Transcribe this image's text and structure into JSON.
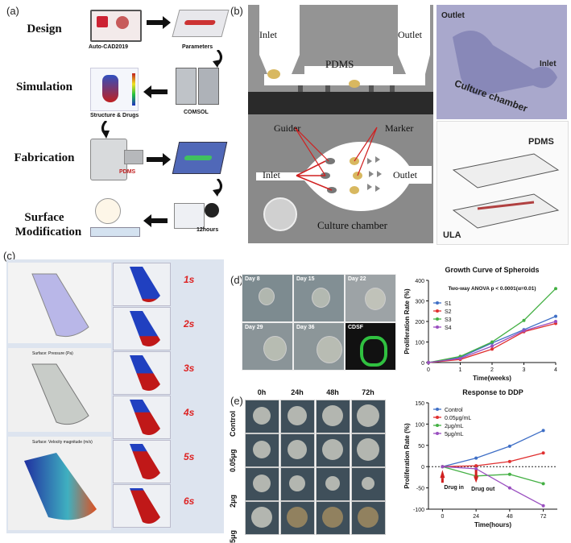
{
  "panels": {
    "a": "(a)",
    "b": "(b)",
    "c": "(c)",
    "d": "(d)",
    "e": "(e)"
  },
  "panel_a": {
    "steps": [
      "Design",
      "Simulation",
      "Fabrication",
      "Surface",
      "Modification"
    ],
    "labels": {
      "autocad": "Auto-CAD2019",
      "parameters": "Parameters",
      "structure": "Structure & Drugs",
      "comsol": "COMSOL",
      "pdms": "PDMS",
      "hours": "12hours"
    }
  },
  "panel_b": {
    "inlet_top": "Inlet",
    "outlet_top": "Outlet",
    "pdms": "PDMS",
    "guider": "Guider",
    "marker": "Marker",
    "inlet_bottom": "Inlet",
    "outlet_bottom": "Outlet",
    "culture": "Culture chamber",
    "render_outlet": "Outlet",
    "render_inlet": "Inlet",
    "render_culture": "Culture chamber",
    "render_pdms": "PDMS",
    "render_ula": "ULA"
  },
  "panel_c": {
    "times": [
      "1s",
      "2s",
      "3s",
      "4s",
      "5s",
      "6s"
    ],
    "sim_titles": [
      "Surface: Pressure (Pa)",
      "Surface: Velocity magnitude (m/s)"
    ]
  },
  "panel_d": {
    "days": [
      "Day 8",
      "Day 15",
      "Day 22",
      "Day 29",
      "Day 36",
      "CDSF"
    ]
  },
  "panel_e": {
    "columns": [
      "0h",
      "24h",
      "48h",
      "72h"
    ],
    "rows": [
      "Control",
      "0.05μg",
      "2μg",
      "5μg"
    ]
  },
  "chart_data": [
    {
      "type": "line",
      "title": "Growth Curve of Spheroids",
      "annotation": "Two-way ANOVA p < 0.0001(α=0.01)",
      "xlabel": "Time(weeks)",
      "ylabel": "Proliferation Rate (%)",
      "x": [
        0,
        1,
        2,
        3,
        4
      ],
      "xlim": [
        0,
        4
      ],
      "ylim": [
        0,
        400
      ],
      "yticks": [
        0,
        100,
        200,
        300,
        400
      ],
      "legend_position": "top-left",
      "series": [
        {
          "name": "S1",
          "color": "#3f6fc6",
          "values": [
            0,
            25,
            95,
            160,
            225
          ]
        },
        {
          "name": "S2",
          "color": "#e03030",
          "values": [
            0,
            15,
            65,
            150,
            190
          ]
        },
        {
          "name": "S3",
          "color": "#44b044",
          "values": [
            0,
            30,
            100,
            205,
            360
          ]
        },
        {
          "name": "S4",
          "color": "#9a4fc0",
          "values": [
            0,
            20,
            80,
            155,
            200
          ]
        }
      ]
    },
    {
      "type": "line",
      "title": "Response to DDP",
      "xlabel": "Time(hours)",
      "ylabel": "Proliferation Rate (%)",
      "x": [
        0,
        24,
        48,
        72
      ],
      "xlim": [
        -10,
        82
      ],
      "ylim": [
        -100,
        150
      ],
      "yticks": [
        -100,
        -50,
        0,
        50,
        100,
        150
      ],
      "legend_position": "top-left",
      "annotations": [
        "Drug in",
        "Drug out"
      ],
      "series": [
        {
          "name": "Control",
          "color": "#3f6fc6",
          "values": [
            0,
            20,
            48,
            85
          ]
        },
        {
          "name": "0.05μg/mL",
          "color": "#e03030",
          "values": [
            0,
            2,
            12,
            32
          ]
        },
        {
          "name": "2μg/mL",
          "color": "#44b044",
          "values": [
            0,
            -22,
            -18,
            -40
          ]
        },
        {
          "name": "5μg/mL",
          "color": "#9a4fc0",
          "values": [
            0,
            -5,
            -50,
            -92
          ]
        }
      ]
    }
  ]
}
